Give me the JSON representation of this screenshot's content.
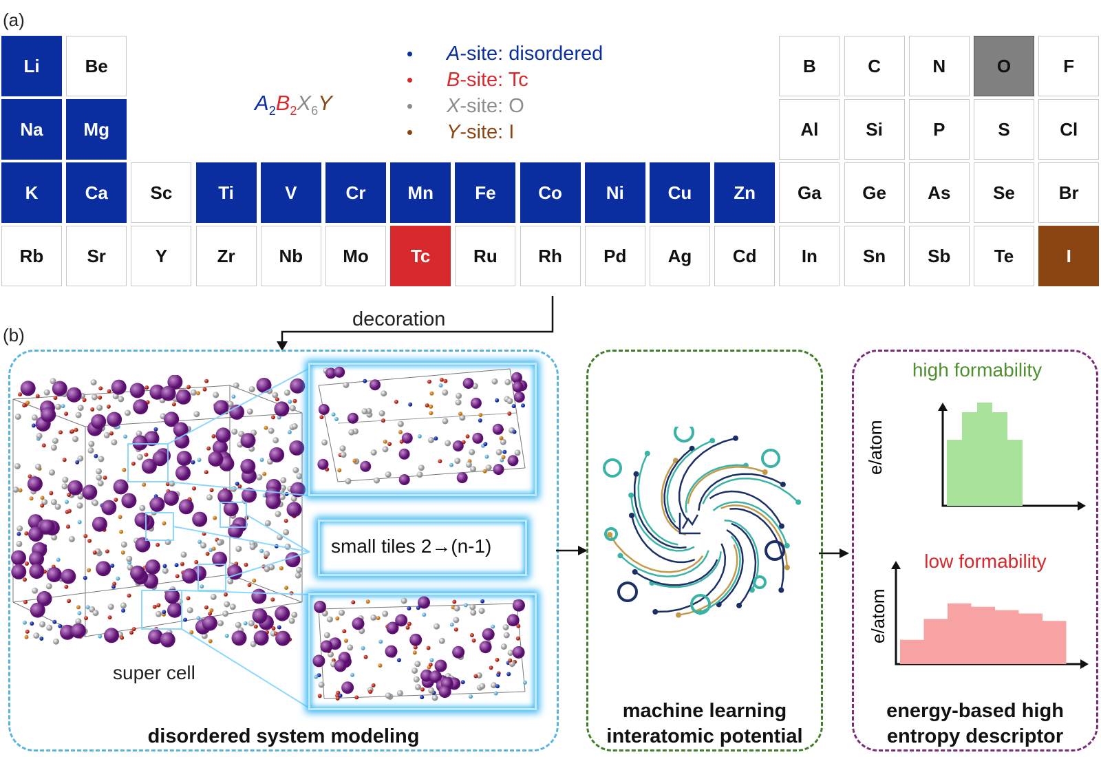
{
  "panel_a_label": "(a)",
  "panel_b_label": "(b)",
  "formula": {
    "A": "A",
    "B": "B",
    "X": "X",
    "Y": "Y",
    "sub_a": "2",
    "sub_b": "2",
    "sub_x": "6"
  },
  "legend": [
    {
      "site": "A",
      "text": "-site: disordered",
      "color": "#0a2ea0"
    },
    {
      "site": "B",
      "text": "-site: Tc",
      "color": "#d7282b"
    },
    {
      "site": "X",
      "text": "-site: O",
      "color": "#8c8c8c"
    },
    {
      "site": "Y",
      "text": "-site: I",
      "color": "#8b4513"
    }
  ],
  "periodic_table": {
    "rows": [
      [
        {
          "el": "Li",
          "col": 0,
          "site": "A"
        },
        {
          "el": "Be",
          "col": 1,
          "site": ""
        },
        {
          "el": "B",
          "col": 12,
          "site": ""
        },
        {
          "el": "C",
          "col": 13,
          "site": ""
        },
        {
          "el": "N",
          "col": 14,
          "site": ""
        },
        {
          "el": "O",
          "col": 15,
          "site": "X"
        },
        {
          "el": "F",
          "col": 16,
          "site": ""
        }
      ],
      [
        {
          "el": "Na",
          "col": 0,
          "site": "A"
        },
        {
          "el": "Mg",
          "col": 1,
          "site": "A"
        },
        {
          "el": "Al",
          "col": 12,
          "site": ""
        },
        {
          "el": "Si",
          "col": 13,
          "site": ""
        },
        {
          "el": "P",
          "col": 14,
          "site": ""
        },
        {
          "el": "S",
          "col": 15,
          "site": ""
        },
        {
          "el": "Cl",
          "col": 16,
          "site": ""
        }
      ],
      [
        {
          "el": "K",
          "col": 0,
          "site": "A"
        },
        {
          "el": "Ca",
          "col": 1,
          "site": "A"
        },
        {
          "el": "Sc",
          "col": 2,
          "site": ""
        },
        {
          "el": "Ti",
          "col": 3,
          "site": "A"
        },
        {
          "el": "V",
          "col": 4,
          "site": "A"
        },
        {
          "el": "Cr",
          "col": 5,
          "site": "A"
        },
        {
          "el": "Mn",
          "col": 6,
          "site": "A"
        },
        {
          "el": "Fe",
          "col": 7,
          "site": "A"
        },
        {
          "el": "Co",
          "col": 8,
          "site": "A"
        },
        {
          "el": "Ni",
          "col": 9,
          "site": "A"
        },
        {
          "el": "Cu",
          "col": 10,
          "site": "A"
        },
        {
          "el": "Zn",
          "col": 11,
          "site": "A"
        },
        {
          "el": "Ga",
          "col": 12,
          "site": ""
        },
        {
          "el": "Ge",
          "col": 13,
          "site": ""
        },
        {
          "el": "As",
          "col": 14,
          "site": ""
        },
        {
          "el": "Se",
          "col": 15,
          "site": ""
        },
        {
          "el": "Br",
          "col": 16,
          "site": ""
        }
      ],
      [
        {
          "el": "Rb",
          "col": 0,
          "site": ""
        },
        {
          "el": "Sr",
          "col": 1,
          "site": ""
        },
        {
          "el": "Y",
          "col": 2,
          "site": ""
        },
        {
          "el": "Zr",
          "col": 3,
          "site": ""
        },
        {
          "el": "Nb",
          "col": 4,
          "site": ""
        },
        {
          "el": "Mo",
          "col": 5,
          "site": ""
        },
        {
          "el": "Tc",
          "col": 6,
          "site": "B"
        },
        {
          "el": "Ru",
          "col": 7,
          "site": ""
        },
        {
          "el": "Rh",
          "col": 8,
          "site": ""
        },
        {
          "el": "Pd",
          "col": 9,
          "site": ""
        },
        {
          "el": "Ag",
          "col": 10,
          "site": ""
        },
        {
          "el": "Cd",
          "col": 11,
          "site": ""
        },
        {
          "el": "In",
          "col": 12,
          "site": ""
        },
        {
          "el": "Sn",
          "col": 13,
          "site": ""
        },
        {
          "el": "Sb",
          "col": 14,
          "site": ""
        },
        {
          "el": "Te",
          "col": 15,
          "site": ""
        },
        {
          "el": "I",
          "col": 16,
          "site": "Y"
        }
      ]
    ]
  },
  "decoration_label": "decoration",
  "modeling": {
    "title": "disordered system modeling",
    "super_cell_label": "super cell",
    "small_tiles_label": "small tiles 2→(n-1)",
    "border_color": "#5ab4dc"
  },
  "mlip": {
    "title_line1": "machine learning",
    "title_line2": "interatomic potential",
    "border_color": "#3e7d2a"
  },
  "descriptor": {
    "title_line1": "energy-based high",
    "title_line2": "entropy descriptor",
    "border_color": "#7a2a78",
    "high": {
      "label": "high formability",
      "ylabel": "e/atom",
      "color": "#a9e29a",
      "text_color": "#4f8f2f",
      "values": [
        0.6,
        0.85,
        1.0,
        0.85,
        0.6
      ]
    },
    "low": {
      "label": "low formability",
      "ylabel": "e/atom",
      "color": "#f7a3a3",
      "text_color": "#d7282b",
      "values": [
        0.36,
        0.67,
        0.9,
        0.85,
        0.8,
        0.75,
        0.64
      ]
    }
  }
}
